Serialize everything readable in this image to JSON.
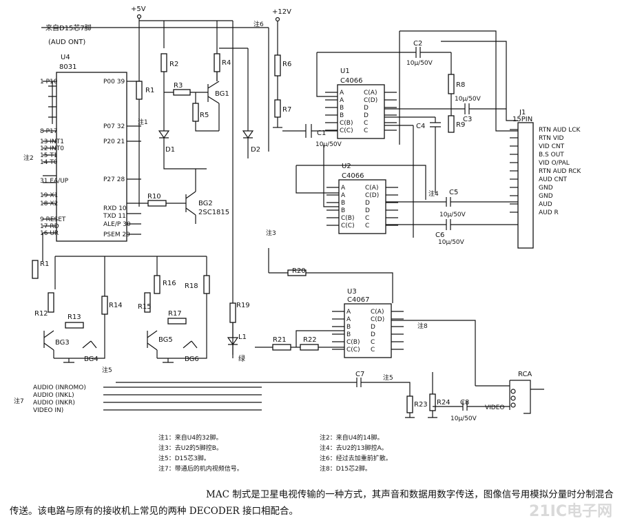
{
  "supply": {
    "plus5v": "+5V",
    "plus12v": "+12V"
  },
  "notes_inline": {
    "n1": "注1",
    "n2": "注2",
    "n3": "注3",
    "n4": "注4",
    "n5": "注5",
    "n6": "注6",
    "n7": "注7",
    "n8": "注8"
  },
  "top_input": {
    "label": "来自D15芯7脚",
    "sub": "(AUD ONT)"
  },
  "u4": {
    "name": "U4",
    "part": "8031",
    "left_pins": [
      "1 P10",
      "8 P17",
      "13 INT1",
      "12 INT0",
      "15 T1",
      "14 T0",
      "31 EA/UP",
      "19 X1",
      "18 X2",
      "9 RESET",
      "17 RD",
      "16 UR"
    ],
    "right_pins": [
      "P00 39",
      "P07 32",
      "P20 21",
      "P27 28",
      "RXD 10",
      "TXD 11",
      "ALE/P 30",
      "PSEM 29"
    ]
  },
  "u1": {
    "name": "U1",
    "part": "C4066"
  },
  "u2": {
    "name": "U2",
    "part": "C4066"
  },
  "u3": {
    "name": "U3",
    "part": "C4067"
  },
  "switch_pins": {
    "abc": [
      "A",
      "A",
      "B",
      "B",
      "C(B)",
      "C(C)"
    ],
    "right": [
      "C(A)",
      "C(D)",
      "D",
      "D",
      "C",
      "C"
    ]
  },
  "components": {
    "r1": "R1",
    "r2": "R2",
    "r3": "R3",
    "r4": "R4",
    "r5": "R5",
    "r6": "R6",
    "r7": "R7",
    "r8": "R8",
    "r9": "R9",
    "r10": "R10",
    "r12": "R12",
    "r13": "R13",
    "r14": "R14",
    "r15": "R15",
    "r16": "R16",
    "r17": "R17",
    "r18": "R18",
    "r19": "R19",
    "r20": "R20",
    "r21": "R21",
    "r22": "R22",
    "r23": "R23",
    "r24": "R24",
    "bg1": "BG1",
    "bg2": "BG2",
    "bg2_type": "2SC1815",
    "bg3": "BG3",
    "bg4": "BG4",
    "bg5": "BG5",
    "bg6": "BG6",
    "d1": "D1",
    "d2": "D2",
    "l1": "L1",
    "l1_color": "绿",
    "c1": "C1",
    "c1_val": "10μ/50V",
    "c2": "C2",
    "c2_val": "10μ/50V",
    "c3": "C3",
    "c3_val": "10μ/50V",
    "c4": "C4",
    "c5": "C5",
    "c5_val": "10μ/50V",
    "c6": "C6",
    "c6_val": "10μ/50V",
    "c7": "C7",
    "c8": "C8",
    "c8_val": "10μ/50V"
  },
  "connector": {
    "name": "J1",
    "type": "15PIN",
    "pins": [
      "RTN AUD LCK",
      "RTN VID",
      "VID CNT",
      "B.S OUT",
      "VID O/PAL",
      "RTN AUD RCK",
      "AUD CNT",
      "GND",
      "GND",
      "AUD",
      "AUD R"
    ]
  },
  "rca": {
    "label": "RCA",
    "video": "VIDEO"
  },
  "inputs": [
    "AUDIO (INROMO)",
    "AUDIO (INKL)",
    "AUDIO (INKR)",
    "VIDEO IN)"
  ],
  "legend": {
    "n1": "注1：来自U4的32脚。",
    "n3": "注3：去U2的5脚控B。",
    "n5": "注5：D15芯3脚。",
    "n7": "注7：带通后的机内视频信号。",
    "n2": "注2：来自U4的14脚。",
    "n4": "注4：去U2的13脚控A。",
    "n6": "注6：经过去加重前扩散。",
    "n8": "注8：D15芯2脚。"
  },
  "caption": "MAC 制式是卫星电视传输的一种方式，其声音和数据用数字传送，图像信号用模拟分量时分制混合传送。该电路与原有的接收机上常见的两种 DECODER 接口相配合。",
  "watermark": "21IC电子网"
}
